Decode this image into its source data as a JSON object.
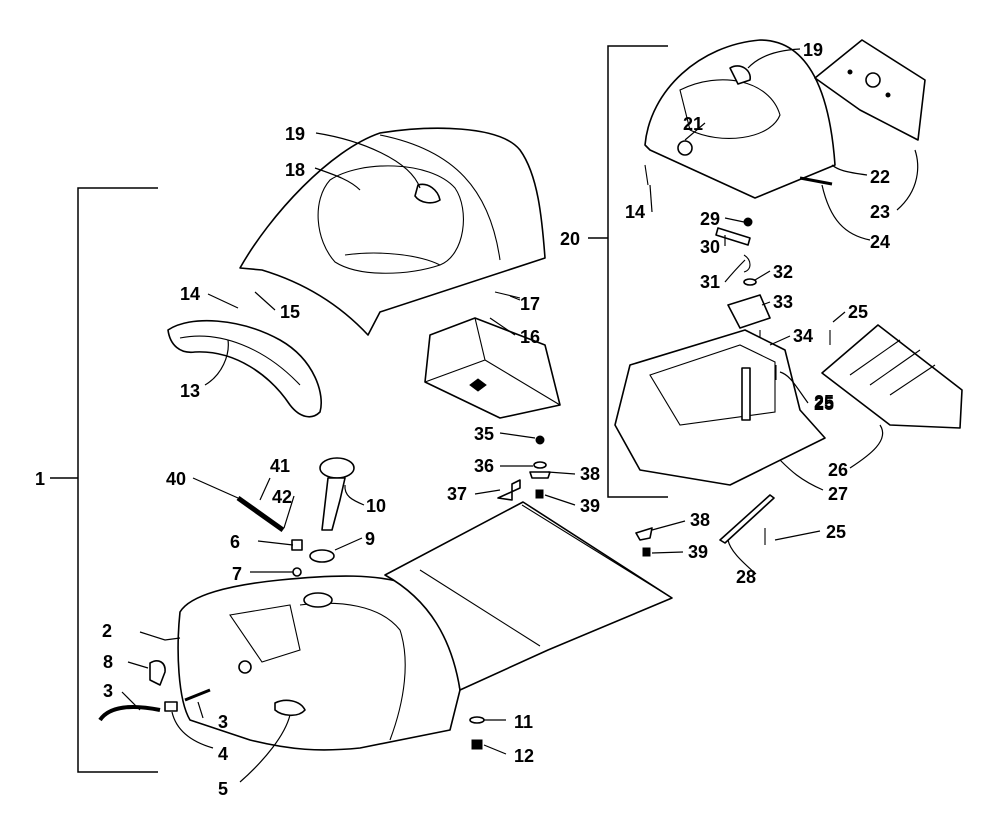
{
  "callouts": [
    "1",
    "2",
    "3",
    "3",
    "4",
    "5",
    "6",
    "7",
    "8",
    "9",
    "10",
    "11",
    "12",
    "13",
    "14",
    "14",
    "15",
    "16",
    "17",
    "18",
    "19",
    "19",
    "20",
    "21",
    "22",
    "23",
    "24",
    "25",
    "25",
    "25",
    "25",
    "26",
    "27",
    "28",
    "29",
    "30",
    "31",
    "32",
    "33",
    "34",
    "35",
    "36",
    "37",
    "38",
    "38",
    "39",
    "39",
    "40",
    "41",
    "42"
  ],
  "line_color": "#000000",
  "background": "#ffffff"
}
